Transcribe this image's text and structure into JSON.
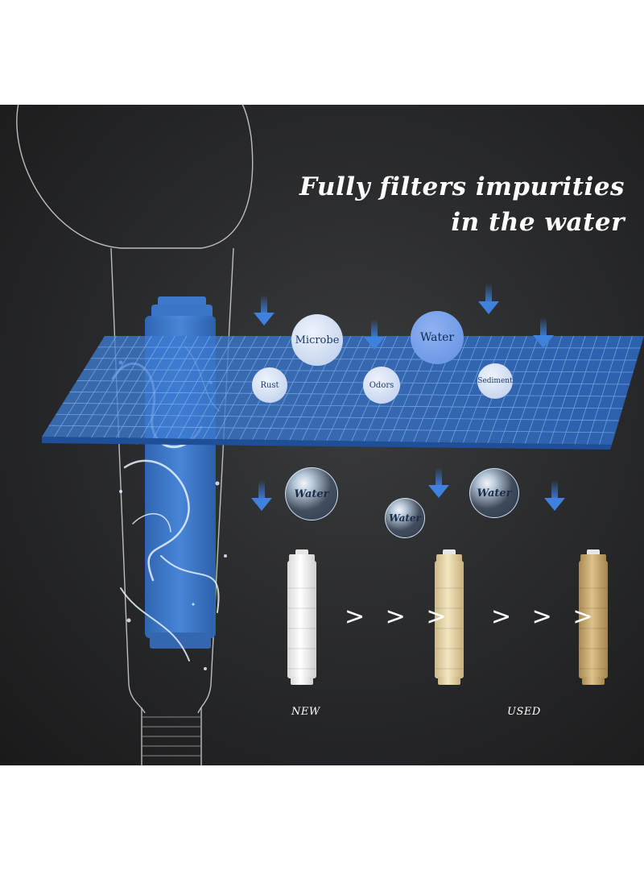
{
  "headline": {
    "line1": "Fully filters impurities",
    "line2": "in the water"
  },
  "filter_labels": {
    "microbe": "Microbe",
    "water_top": "Water",
    "rust": "Rust",
    "odors": "Odors",
    "sediment": "Sediment"
  },
  "water_bubbles": [
    "Water",
    "Water",
    "Water"
  ],
  "progression": {
    "arrow_1": "> > >",
    "arrow_2": "> > >"
  },
  "cartridge_captions": {
    "new": "NEW",
    "used": "USED"
  },
  "colors": {
    "background": "#2a2b2d",
    "filter_blue": "#3d7bd1",
    "arrow_blue": "#3a78d0",
    "cartridge_new": "#f3f3f3",
    "cartridge_mid": "#e8d7a8",
    "cartridge_used": "#c9ad74",
    "text_light": "#ffffff"
  }
}
